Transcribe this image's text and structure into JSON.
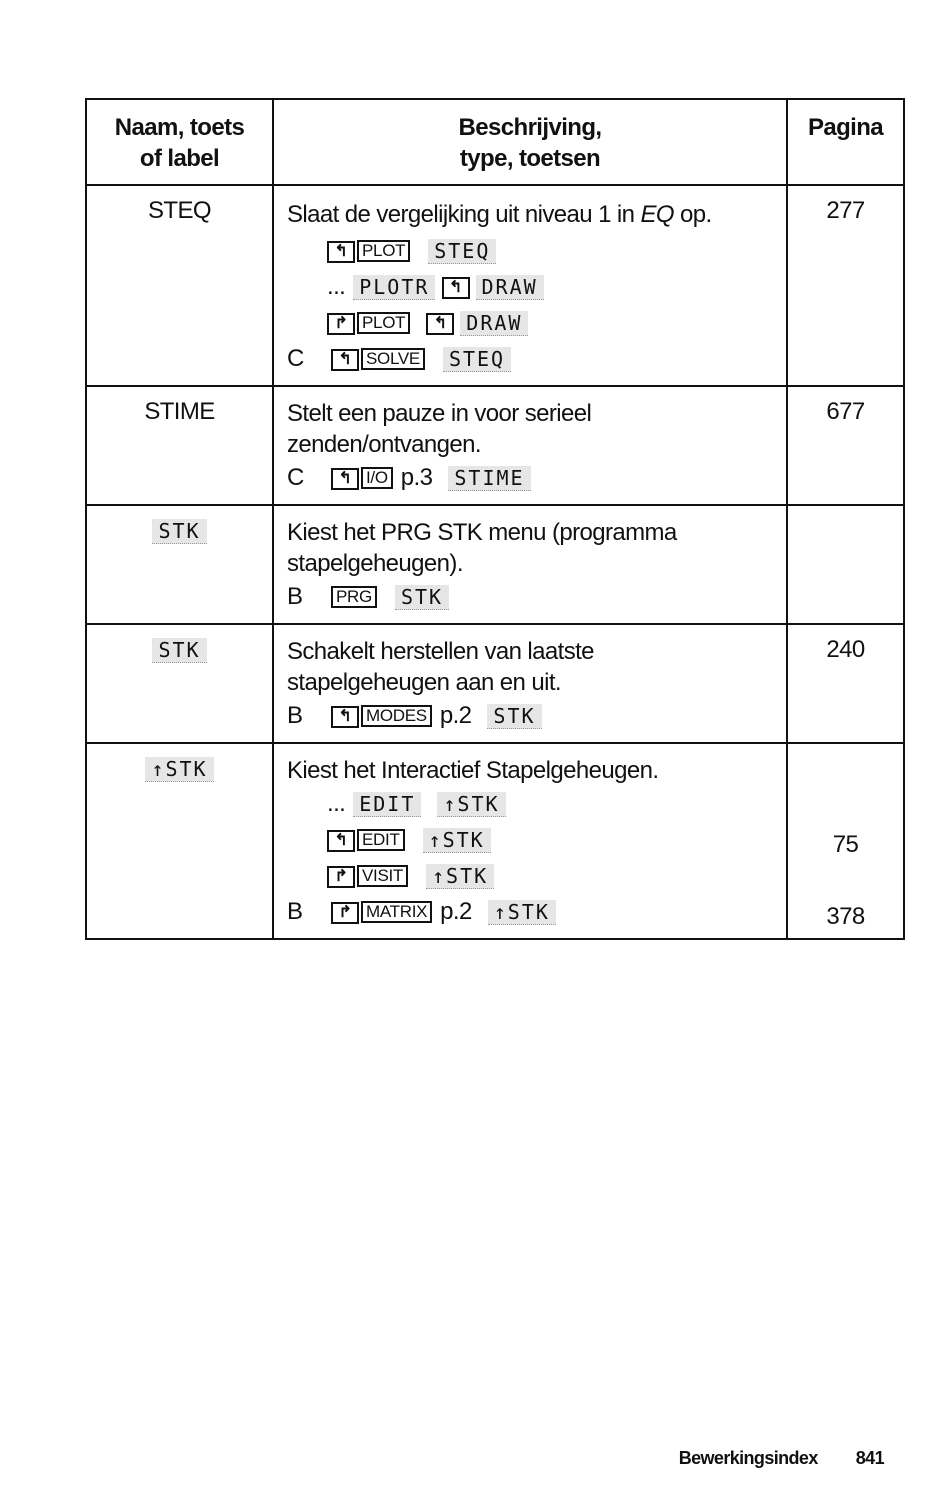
{
  "table": {
    "headers": {
      "name": [
        "Naam, toets",
        "of label"
      ],
      "description": [
        "Beschrijving,",
        "type, toetsen"
      ],
      "page": "Pagina"
    },
    "rows": [
      {
        "name": "STEQ",
        "desc_1": "Slaat de vergelijking uit niveau 1 in ",
        "desc_1_italic": "EQ",
        "desc_1_end": " op.",
        "page": "277",
        "keys": [
          {
            "k1": "↰",
            "k2": "PLOT",
            "soft": "STEQ"
          },
          {
            "prefix": "...",
            "soft_a": "PLOTR",
            "k1": "↰",
            "soft_b": "DRAW"
          },
          {
            "k1": "↱",
            "k2": "PLOT",
            "k3": "↰",
            "soft": "DRAW"
          },
          {
            "letter": "C",
            "k1": "↰",
            "k2": "SOLVE",
            "soft": "STEQ"
          }
        ]
      },
      {
        "name": "STIME",
        "desc": [
          "Stelt een pauze in voor serieel",
          "zenden/ontvangen."
        ],
        "page": "677",
        "key_line": {
          "letter": "C",
          "k1": "↰",
          "k2": "I/O",
          "text": "p.3",
          "soft": "STIME"
        }
      },
      {
        "name": "STK",
        "desc": [
          "Kiest het PRG STK menu (programma",
          "stapelgeheugen)."
        ],
        "page": "",
        "key_line": {
          "letter": "B",
          "k2": "PRG",
          "soft": "STK"
        }
      },
      {
        "name": "STK",
        "desc": [
          "Schakelt herstellen van laatste",
          "stapelgeheugen aan en uit."
        ],
        "page": "240",
        "key_line": {
          "letter": "B",
          "k1": "↰",
          "k2": "MODES",
          "text": "p.2",
          "soft": "STK"
        }
      },
      {
        "name": "↑STK",
        "desc": "Kiest het Interactief Stapelgeheugen.",
        "keys": [
          {
            "prefix": "...",
            "soft_a": "EDIT",
            "soft_b": "↑STK",
            "page": ""
          },
          {
            "k1": "↰",
            "k2": "EDIT",
            "soft": "↑STK",
            "page": "75"
          },
          {
            "k1": "↱",
            "k2": "VISIT",
            "soft": "↑STK",
            "page": ""
          },
          {
            "letter": "B",
            "k1": "↱",
            "k2": "MATRIX",
            "text": "p.2",
            "soft": "↑STK",
            "page": "378"
          }
        ]
      }
    ]
  },
  "footer": {
    "section": "Bewerkingsindex",
    "page_number": "841"
  }
}
